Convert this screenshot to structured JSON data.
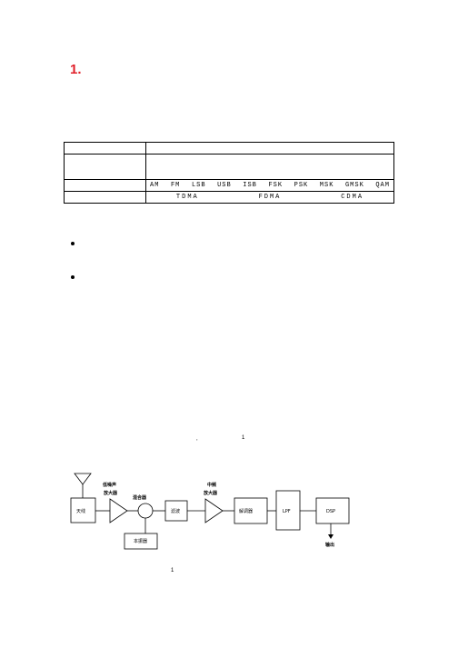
{
  "heading": "1.",
  "table": {
    "modulation": [
      "AM",
      "FM",
      "LSB",
      "USB",
      "ISB",
      "FSK",
      "PSK",
      "MSK",
      "GMSK",
      "QAM"
    ],
    "access": [
      "TDMA",
      "FDMA",
      "CDMA"
    ]
  },
  "caption_top": {
    "comma": ",",
    "number": "1"
  },
  "diagram": {
    "antenna_block": "天线",
    "lna": [
      "低噪声",
      "放大器"
    ],
    "mixer": "混合器",
    "local_osc": "本振器",
    "filter": "滤波",
    "if_amp": [
      "中频",
      "放大器"
    ],
    "demod": "解调器",
    "lpf": "LPF",
    "dsp": "DSP",
    "output": "输出"
  },
  "caption_bottom": "1"
}
